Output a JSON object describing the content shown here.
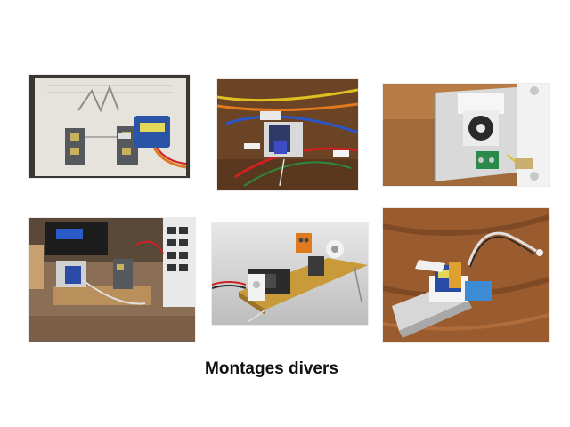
{
  "slide": {
    "caption": "Montages divers",
    "background": "#ffffff"
  },
  "photos": [
    {
      "id": "servo-on-board-with-switches",
      "dominant_color": "#e6e2dc"
    },
    {
      "id": "servo-with-colored-wires",
      "dominant_color": "#6b4325"
    },
    {
      "id": "servo-on-aluminium-bracket",
      "dominant_color": "#a06a3a"
    },
    {
      "id": "servo-on-wooden-block",
      "dominant_color": "#8a6e55"
    },
    {
      "id": "servo-on-yellow-pcb",
      "dominant_color": "#d8d8d8"
    },
    {
      "id": "servo-in-folded-bracket",
      "dominant_color": "#9a5b2f"
    }
  ]
}
